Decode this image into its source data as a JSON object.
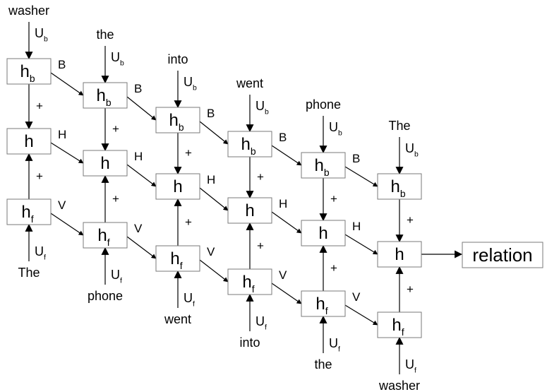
{
  "diagram": {
    "columns": [
      {
        "input_forward": "The",
        "input_backward": "washer"
      },
      {
        "input_forward": "phone",
        "input_backward": "the"
      },
      {
        "input_forward": "went",
        "input_backward": "into"
      },
      {
        "input_forward": "into",
        "input_backward": "went"
      },
      {
        "input_forward": "the",
        "input_backward": "phone"
      },
      {
        "input_forward": "washer",
        "input_backward": "The"
      }
    ],
    "labels": {
      "h": "h",
      "h_backward_base": "h",
      "h_backward_sub": "b",
      "h_forward_base": "h",
      "h_forward_sub": "f",
      "u_base": "U",
      "u_backward_sub": "b",
      "u_forward_sub": "f",
      "plus": "+",
      "edge_backward": "B",
      "edge_hidden": "H",
      "edge_forward": "V"
    },
    "output": {
      "label": "relation"
    }
  }
}
